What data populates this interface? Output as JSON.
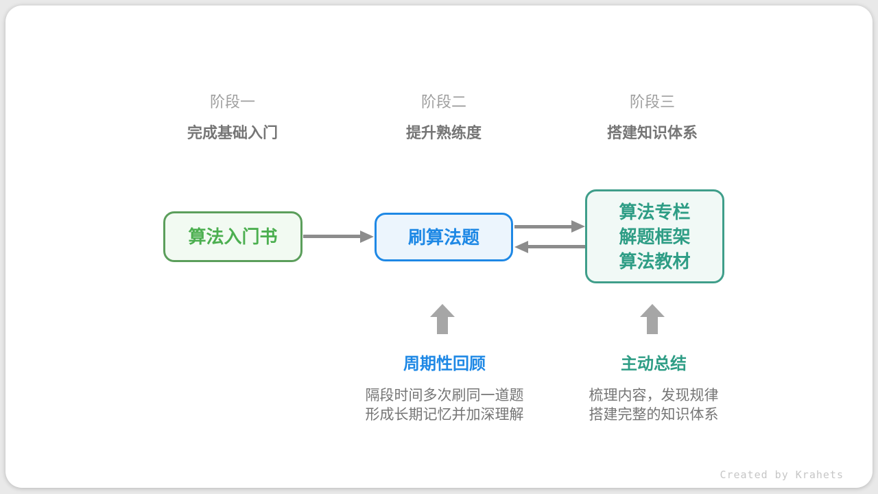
{
  "colors": {
    "green": "#4caf50",
    "green-border": "#5b9e5b",
    "green-bg": "#f2faf2",
    "blue": "#1e88e5",
    "blue-bg": "#ecf5fd",
    "teal": "#2e9d85",
    "teal-border": "#3f9e8a",
    "teal-bg": "#f1f9f6",
    "arrow": "#8c8c8c",
    "block-arrow": "#a6a6a6",
    "stage-label": "#9e9e9e",
    "stage-subtitle": "#757575",
    "desc": "#757575",
    "credit": "#c6c6c6"
  },
  "stages": [
    {
      "label": "阶段一",
      "subtitle": "完成基础入门"
    },
    {
      "label": "阶段二",
      "subtitle": "提升熟练度"
    },
    {
      "label": "阶段三",
      "subtitle": "搭建知识体系"
    }
  ],
  "nodes": {
    "box1": {
      "label": "算法入门书"
    },
    "box2": {
      "label": "刷算法题"
    },
    "box3": {
      "lines": [
        "算法专栏",
        "解题框架",
        "算法教材"
      ]
    }
  },
  "annotations": [
    {
      "title": "周期性回顾",
      "lines": [
        "隔段时间多次刷同一道题",
        "形成长期记忆并加深理解"
      ]
    },
    {
      "title": "主动总结",
      "lines": [
        "梳理内容，发现规律",
        "搭建完整的知识体系"
      ]
    }
  ],
  "credit": "Created by Krahets"
}
